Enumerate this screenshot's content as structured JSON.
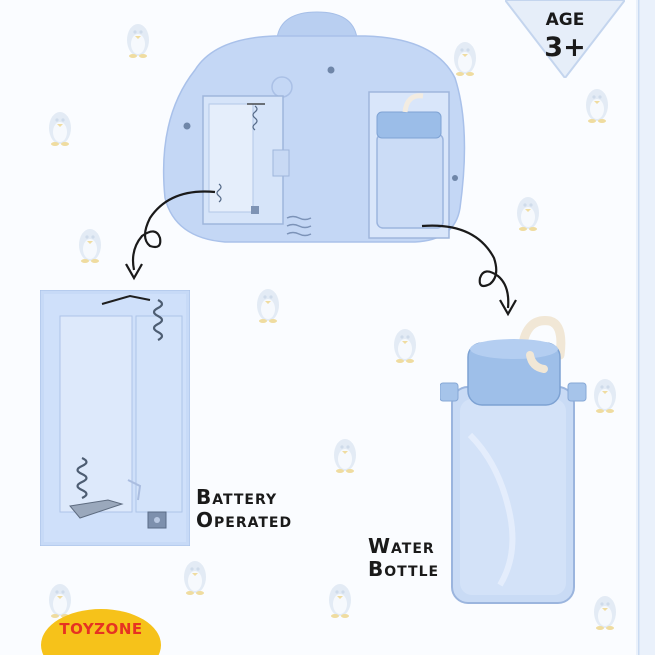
{
  "age_badge": {
    "label": "AGE",
    "value": "3+"
  },
  "features": {
    "battery": {
      "line1": "Battery",
      "line2": "Operated"
    },
    "bottle": {
      "line1": "Water",
      "line2": "Bottle"
    }
  },
  "brand": {
    "name": "TOYZONE",
    "text_color": "#e63222",
    "badge_color": "#f6c21a"
  },
  "colors": {
    "product_blue": "#c3d5f3",
    "cap_blue": "#9cc0ea",
    "background": "#fafcff",
    "pattern_penguin": "#dfe8f3"
  }
}
